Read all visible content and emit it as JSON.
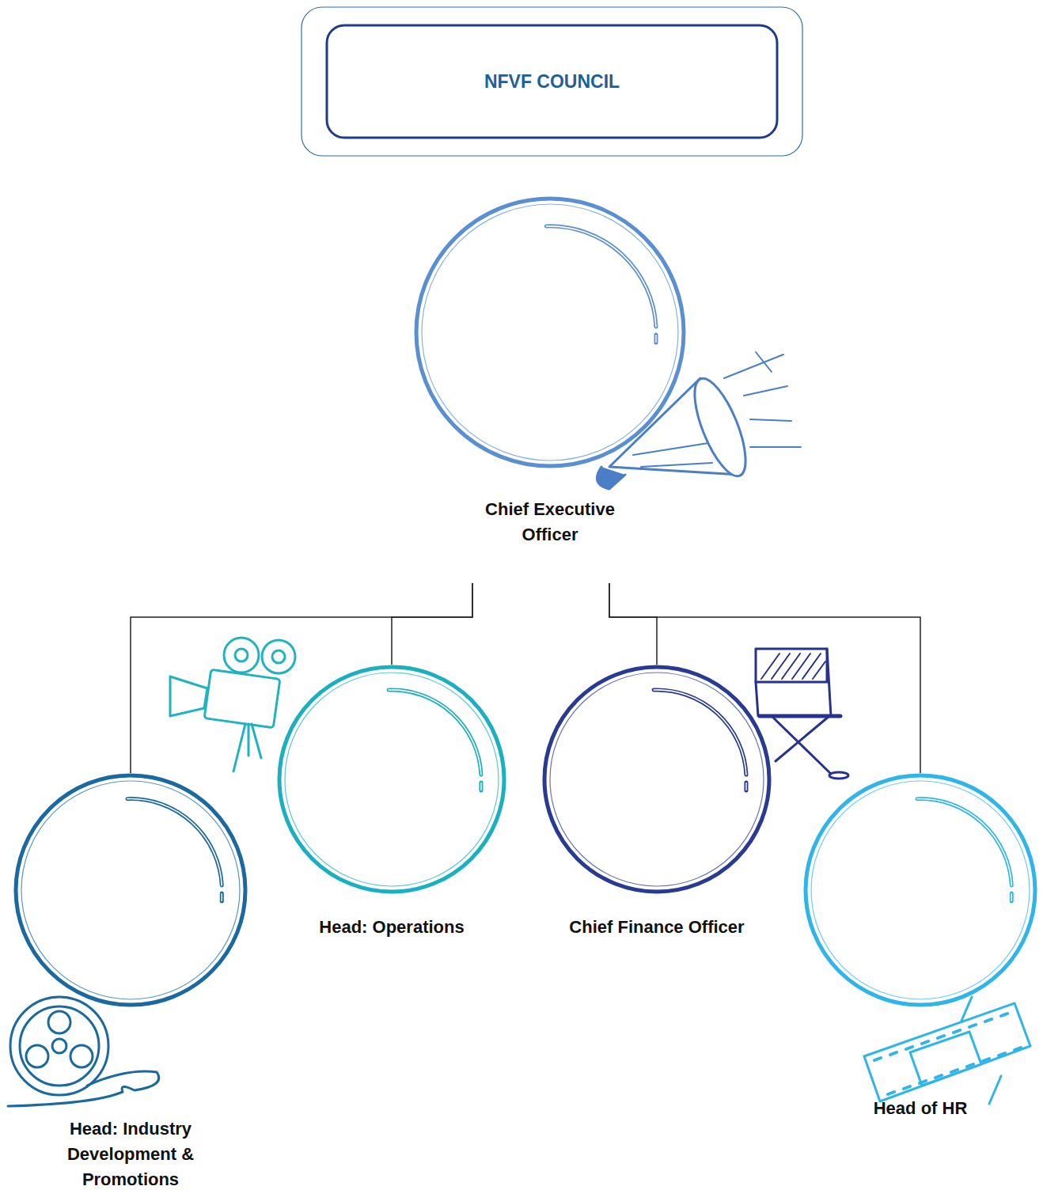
{
  "diagram": {
    "nodes": [
      {
        "text": [
          "NFVF COUNCIL"
        ]
      },
      {
        "text": [
          "Chief Executive Officer"
        ]
      },
      {
        "text": [
          "Head: Industry Development & Promotions"
        ]
      },
      {
        "text": [
          "Head: Operations"
        ]
      },
      {
        "text": [
          "Chief Finance Officer"
        ]
      },
      {
        "text": [
          "Head of HR"
        ]
      }
    ],
    "edges": [
      {
        "from": 1,
        "to": 2,
        "arrow": "none"
      },
      {
        "from": 1,
        "to": 3,
        "arrow": "none"
      },
      {
        "from": 1,
        "to": 4,
        "arrow": "none"
      },
      {
        "from": 1,
        "to": 5,
        "arrow": "none"
      }
    ]
  }
}
